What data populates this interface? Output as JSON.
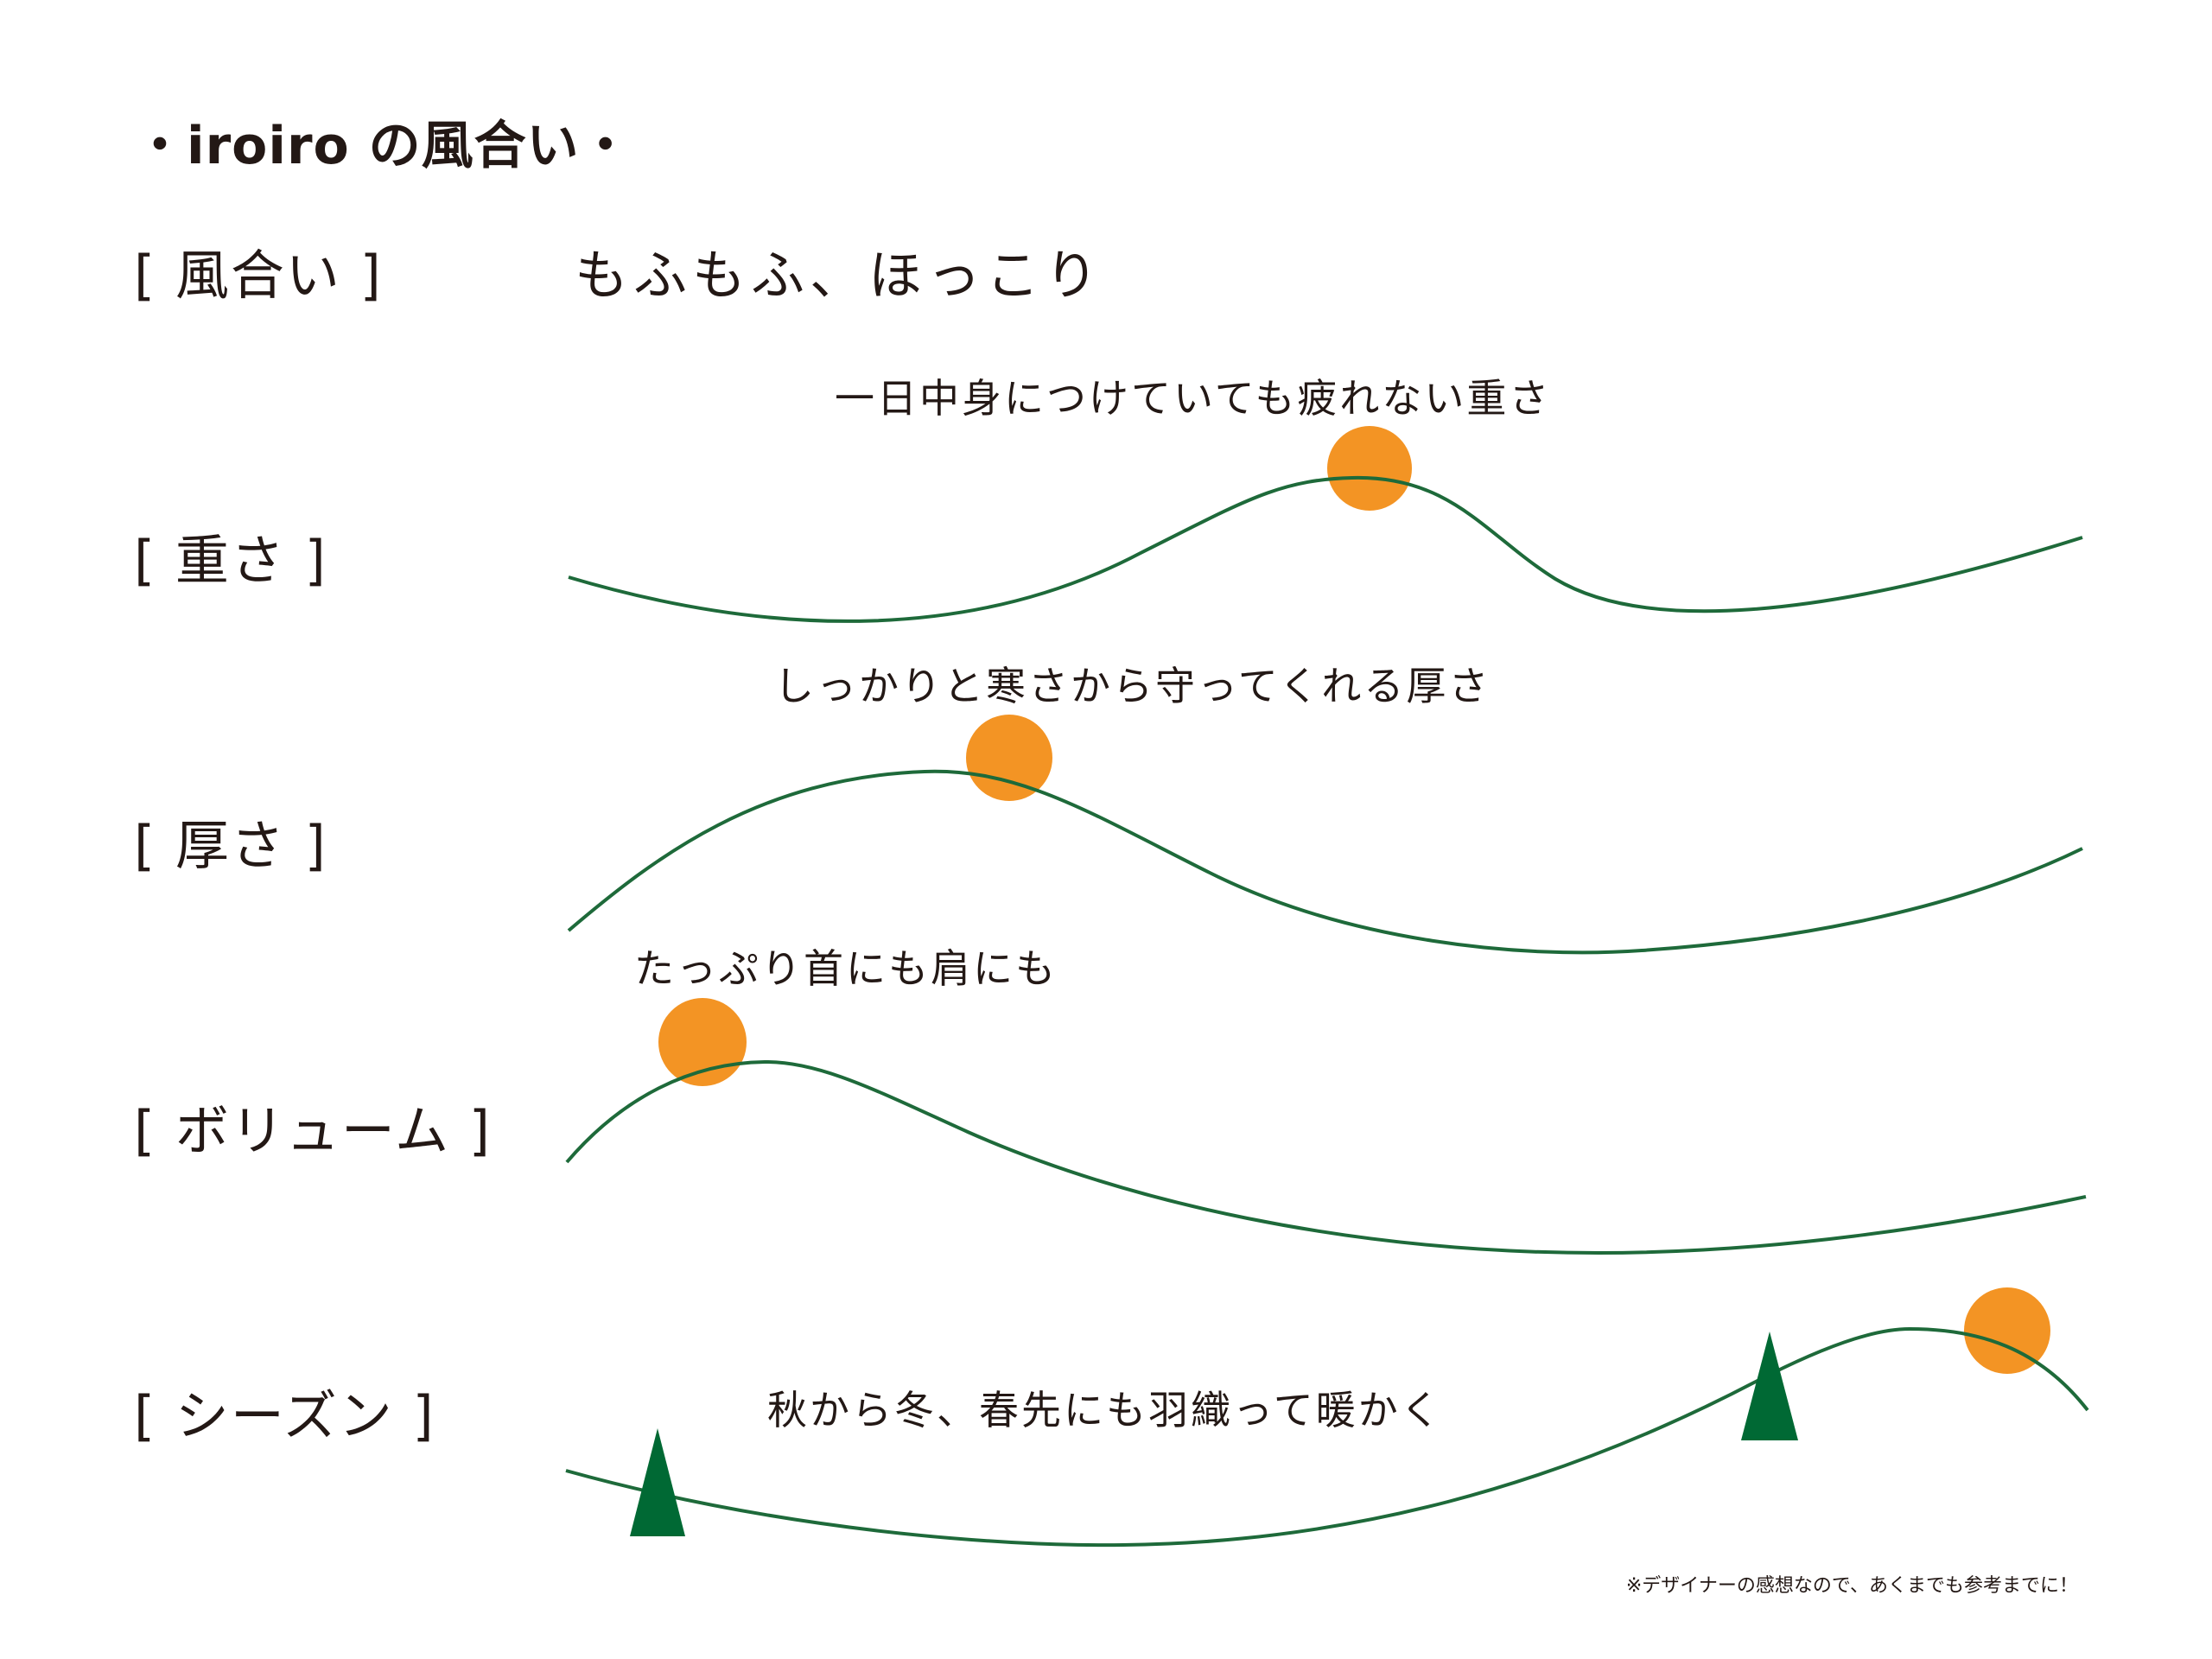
{
  "title": "・iroiro の風合い・",
  "rows": {
    "texture": {
      "label": "[ 風合い ]",
      "value": "もふもふ、ほっこり"
    },
    "weight": {
      "label": "[ 重さ ]",
      "caption": "一日中身につけていても疲れない重さ"
    },
    "thickness": {
      "label": "[ 厚さ ]",
      "caption": "しっかりと寒さから守ってくれる厚さ"
    },
    "volume": {
      "label": "[ ボリューム ]",
      "caption": "たっぷり首にも肩にも"
    },
    "season": {
      "label": "[ シーズン ]",
      "caption": "秋から冬、春先にも羽織って暖かく"
    }
  },
  "footnote": "※デザイナーの感想なので、あくまでも参考までに！",
  "colors": {
    "curve": "#1e6a3a",
    "sun": "#f39424",
    "tree": "#006934",
    "text": "#231815"
  }
}
